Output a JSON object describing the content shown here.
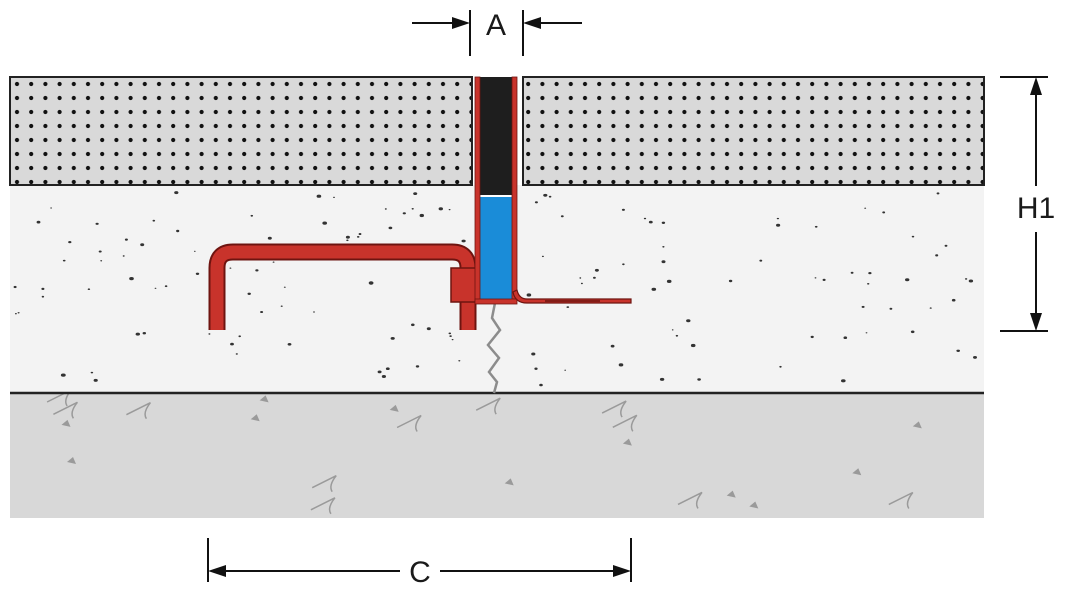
{
  "dimensions": {
    "a_label": "A",
    "h1_label": "H1",
    "c_label": "C"
  },
  "colors": {
    "tile_fill": "#d9d9d9",
    "tile_dots": "#111111",
    "screed_fill": "#f3f3f3",
    "screed_speck": "#333333",
    "substrate_fill": "#d8d8d8",
    "substrate_mark": "#9a9a9a",
    "anchor_red": "#c8332b",
    "anchor_edge": "#6e1410",
    "insert_black": "#1e1e1e",
    "insert_blue": "#1a8cd8",
    "crack_gray": "#8c8c8c",
    "dim_line": "#111111"
  }
}
